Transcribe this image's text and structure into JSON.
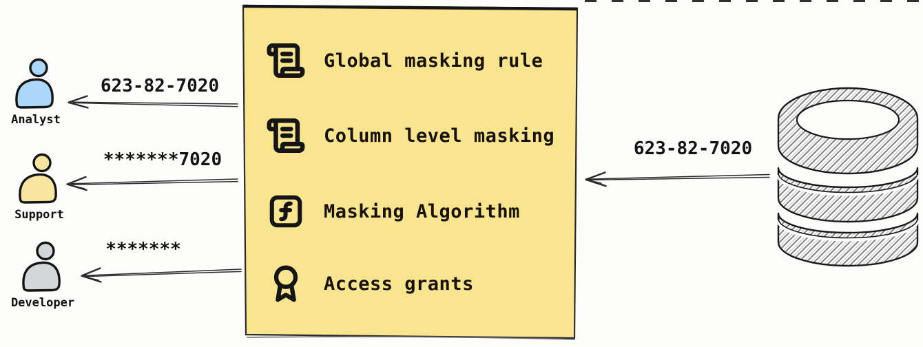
{
  "colors": {
    "box_fill": "#F9E48F",
    "box_border": "#2B2B2B",
    "ink": "#1A1A1A"
  },
  "masking_box": {
    "items": [
      {
        "icon": "scroll-text-icon",
        "label": "Global masking rule"
      },
      {
        "icon": "scroll-text-icon",
        "label": "Column level masking"
      },
      {
        "icon": "function-square-icon",
        "label": "Masking Algorithm"
      },
      {
        "icon": "award-icon",
        "label": "Access grants"
      }
    ]
  },
  "source": {
    "icon": "database-icon",
    "arrow_value": "623-82-7020"
  },
  "consumers": [
    {
      "role": "Analyst",
      "masked_value": "623-82-7020",
      "avatar_color": "#ABD7F8"
    },
    {
      "role": "Support",
      "masked_value": "*******7020",
      "avatar_color": "#F8E6A0"
    },
    {
      "role": "Developer",
      "masked_value": "*******",
      "avatar_color": "#D4D7DA"
    }
  ]
}
